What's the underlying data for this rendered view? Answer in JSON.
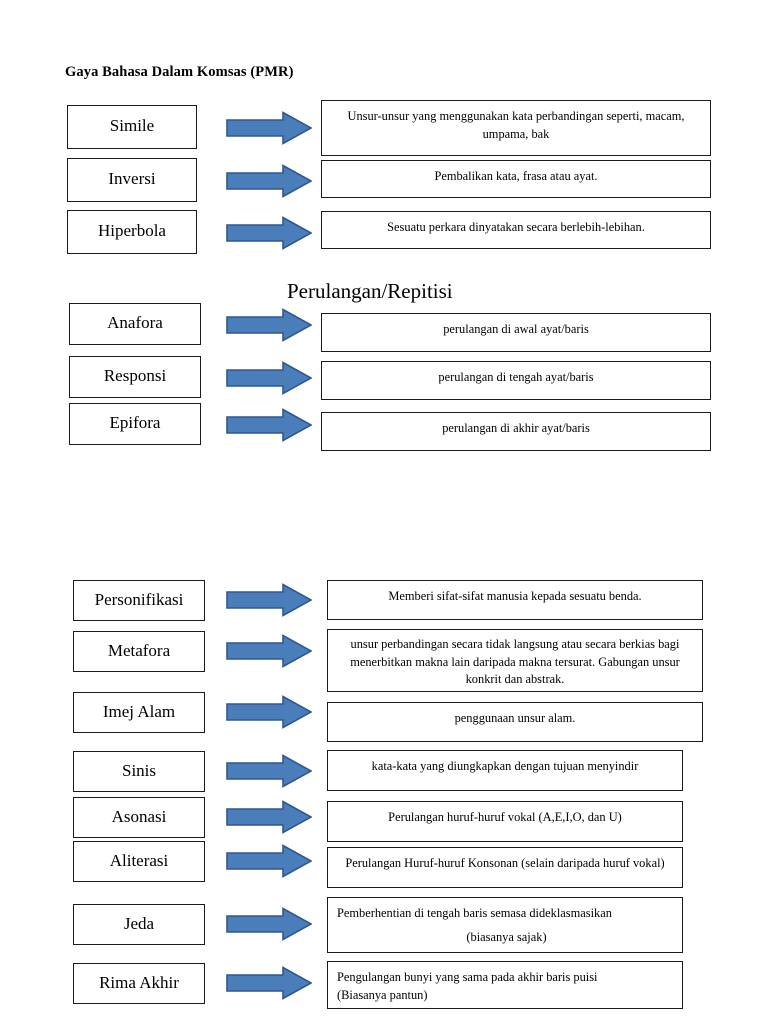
{
  "document": {
    "title": "Gaya Bahasa Dalam Komsas (PMR)",
    "section_heading": "Perulangan/Repitisi"
  },
  "colors": {
    "arrow_fill": "#4a7ebb",
    "arrow_stroke": "#31578f",
    "box_border": "#1a1a1a",
    "text": "#000000",
    "page_background": "#ffffff"
  },
  "icons": {
    "arrow": "right-arrow-icon"
  },
  "groups": [
    {
      "id": "group-1",
      "rows": [
        {
          "term": "Simile",
          "description": "Unsur-unsur yang menggunakan kata perbandingan seperti, macam, umpama, bak"
        },
        {
          "term": "Inversi",
          "description": "Pembalikan kata, frasa atau ayat."
        },
        {
          "term": "Hiperbola",
          "description": "Sesuatu perkara dinyatakan secara berlebih-lebihan."
        }
      ]
    },
    {
      "id": "group-2",
      "heading": "Perulangan/Repitisi",
      "rows": [
        {
          "term": "Anafora",
          "description": "perulangan di awal ayat/baris"
        },
        {
          "term": "Responsi",
          "description": "perulangan di tengah ayat/baris"
        },
        {
          "term": "Epifora",
          "description": "perulangan di akhir ayat/baris"
        }
      ]
    },
    {
      "id": "group-3",
      "rows": [
        {
          "term": "Personifikasi",
          "description": "Memberi sifat-sifat manusia kepada sesuatu benda."
        },
        {
          "term": "Metafora",
          "description": "unsur perbandingan secara tidak langsung atau secara berkias bagi menerbitkan makna lain daripada makna tersurat. Gabungan unsur konkrit dan abstrak."
        },
        {
          "term": "Imej Alam",
          "description": "penggunaan unsur alam."
        },
        {
          "term": "Sinis",
          "description": "kata-kata yang diungkapkan dengan tujuan menyindir"
        },
        {
          "term": "Asonasi",
          "description": "Perulangan huruf-huruf  vokal (A,E,I,O, dan U)"
        },
        {
          "term": "Aliterasi",
          "description": "Perulangan Huruf-huruf Konsonan (selain daripada huruf vokal)"
        },
        {
          "term": "Jeda",
          "description": "Pemberhentian di tengah baris semasa dideklasmasikan",
          "description_line2": "(biasanya sajak)"
        },
        {
          "term": "Rima Akhir",
          "description": "Pengulangan bunyi yang sama pada akhir baris puisi",
          "description_line2": "(Biasanya pantun)"
        }
      ]
    }
  ]
}
